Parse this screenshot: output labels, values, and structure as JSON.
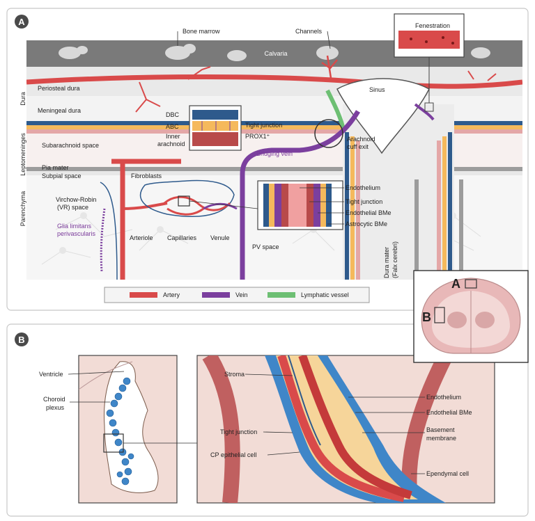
{
  "panel_a": {
    "letter": "A",
    "labels": {
      "bone_marrow": "Bone marrow",
      "channels": "Channels",
      "fenestration": "Fenestration",
      "calvaria": "Calvaria",
      "periosteal_dura": "Periosteal dura",
      "meningeal_dura": "Meningeal dura",
      "sinus": "Sinus",
      "dbc": "DBC",
      "abc": "ABC",
      "inner_arachnoid_1": "Inner",
      "inner_arachnoid_2": "arachnoid",
      "tight_junction": "Tight junction",
      "prox1": "PROX1⁺",
      "arachnoid_cuff_exit_1": "Arachnoid",
      "arachnoid_cuff_exit_2": "cuff exit",
      "subarachnoid_space": "Subarachnoid space",
      "bridging_vein": "Bridging vein",
      "pia_mater": "Pia mater",
      "subpial_space": "Subpial space",
      "fibroblasts": "Fibroblasts",
      "vr_space_1": "Virchow-Robin",
      "vr_space_2": "(VR) space",
      "glia_1": "Glia limitans",
      "glia_2": "perivascularis",
      "arteriole": "Arteriole",
      "capillaries": "Capillaries",
      "venule": "Venule",
      "pv_space": "PV space",
      "endothelium": "Endothelium",
      "tight_junction_2": "Tight junction",
      "endothelial_bme": "Endothelial BMe",
      "astrocytic_bme": "Astrocytic BMe",
      "dura_mater_1": "Dura mater",
      "dura_mater_2": "(Falx cerebri)"
    },
    "side_labels": {
      "dura": "Dura",
      "leptomeninges": "Leptomeninges",
      "parenchyma": "Parenchyma"
    },
    "legend": [
      {
        "label": "Artery",
        "color": "#d94a4a"
      },
      {
        "label": "Vein",
        "color": "#7b3f9e"
      },
      {
        "label": "Lymphatic vessel",
        "color": "#6dbf73"
      }
    ]
  },
  "inset": {
    "label_a": "A",
    "label_b": "B"
  },
  "panel_b": {
    "letter": "B",
    "labels": {
      "ventricle": "Ventricle",
      "choroid_1": "Choroid",
      "choroid_2": "plexus",
      "stroma": "Stroma",
      "tight_junction": "Tight junction",
      "cp_epithelial_cell": "CP epithelial cell",
      "endothelium": "Endothelium",
      "endothelial_bme": "Endothelial BMe",
      "basement_1": "Basement",
      "basement_2": "membrane",
      "ependymal_cell": "Ependymal cell"
    }
  },
  "colors": {
    "artery": "#d94a4a",
    "vein": "#7b3f9e",
    "lymphatic": "#6dbf73",
    "calvaria": "#777777",
    "dura_blue": "#2e5a8c",
    "tissue": "#f2dcd6",
    "cp_blue": "#3f86c8"
  }
}
